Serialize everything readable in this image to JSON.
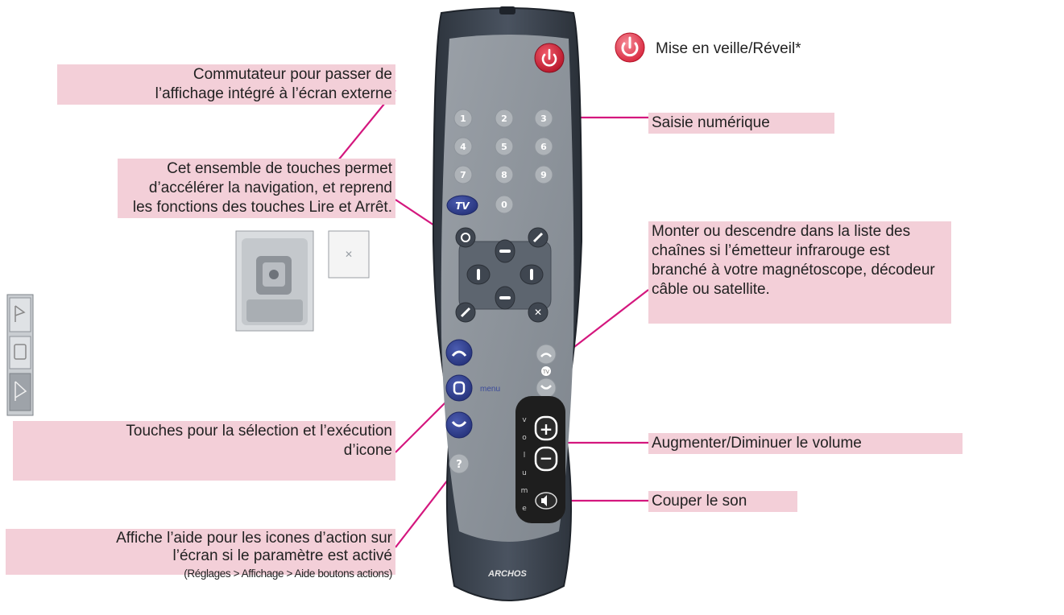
{
  "colors": {
    "label_bg": "#f3cfd8",
    "leader_line": "#d4177e",
    "remote_body": "#3b4450",
    "remote_panel": "#8d949c",
    "number_buttons": "#aeb3b8",
    "blue_buttons": "#2f3f8f",
    "power_button": "#d8253c"
  },
  "labels": {
    "power": "Mise en veille/Réveil*",
    "commutateur": [
      "Commutateur pour passer de",
      "l’affichage intégré à l’écran externe"
    ],
    "saisie": "Saisie numérique",
    "navigation": [
      "Cet ensemble de touches permet",
      "d’accélérer la navigation, et reprend",
      "les fonctions des touches Lire et Arrêt."
    ],
    "chaines": [
      "Monter ou descendre dans la liste des",
      "chaînes si l’émetteur infrarouge est",
      "branché à votre magnétoscope, décodeur",
      "câble ou satellite."
    ],
    "selection": [
      "Touches pour la sélection et l’exécution",
      "d’icone"
    ],
    "volume": "Augmenter/Diminuer le volume",
    "mute": "Couper le son",
    "aide": [
      "Affiche l’aide pour les icones d’action sur",
      "l’écran si le paramètre est activé"
    ],
    "aide_sub": "(Réglages > Affichage > Aide boutons actions)"
  },
  "remote": {
    "brand": "ARCHOS",
    "numbers": [
      "1",
      "2",
      "3",
      "4",
      "5",
      "6",
      "7",
      "8",
      "9",
      "0"
    ],
    "tv_label": "TV",
    "tv_small": "TV",
    "menu_label": "menu",
    "help_label": "?",
    "volume_plus": "+",
    "volume_minus": "−",
    "volume_letters": [
      "v",
      "o",
      "l",
      "u",
      "m",
      "e"
    ]
  }
}
